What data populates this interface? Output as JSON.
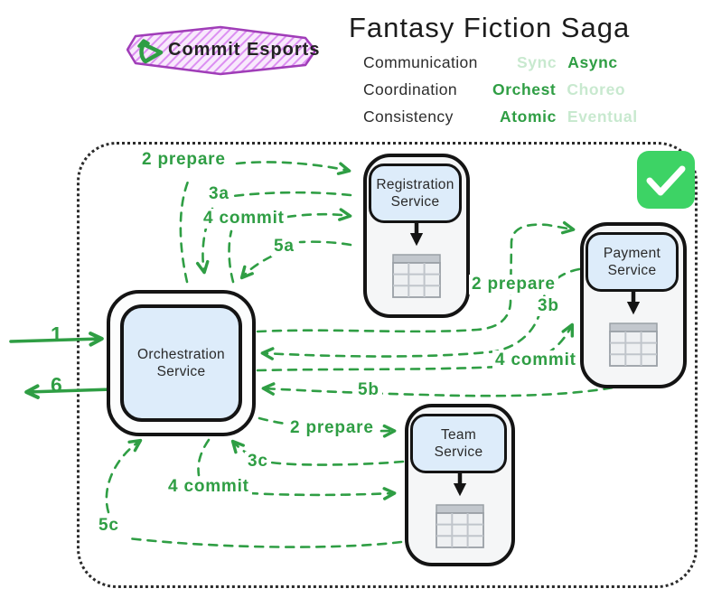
{
  "logo": {
    "text": "Commit Esports",
    "icon": "commit-arrow-icon"
  },
  "title": "Fantasy Fiction Saga",
  "legend": {
    "rows": [
      {
        "label": "Communication",
        "options": [
          {
            "text": "Sync",
            "active": false
          },
          {
            "text": "Async",
            "active": true
          }
        ]
      },
      {
        "label": "Coordination",
        "options": [
          {
            "text": "Orchest",
            "active": true
          },
          {
            "text": "Choreo",
            "active": false
          }
        ]
      },
      {
        "label": "Consistency",
        "options": [
          {
            "text": "Atomic",
            "active": true
          },
          {
            "text": "Eventual",
            "active": false
          }
        ]
      }
    ]
  },
  "services": {
    "orchestration": {
      "name": "Orchestration Service"
    },
    "registration": {
      "name": "Registration Service",
      "has_database": true
    },
    "payment": {
      "name": "Payment Service",
      "has_database": true
    },
    "team": {
      "name": "Team Service",
      "has_database": true
    }
  },
  "flows": {
    "entry": "1",
    "exit": "6",
    "registration": {
      "prepare": "2 prepare",
      "reply_a": "3a",
      "commit": "4 commit",
      "reply_b": "5a"
    },
    "payment": {
      "prepare": "2 prepare",
      "reply_a": "3b",
      "commit": "4 commit",
      "reply_b": "5b"
    },
    "team": {
      "prepare": "2 prepare",
      "reply_a": "3c",
      "commit": "4 commit",
      "reply_b": "5c"
    }
  },
  "status": {
    "icon": "check-icon"
  },
  "colors": {
    "accent_green": "#2f9e44",
    "muted_green": "#c8e9cf",
    "check_green": "#3dd365",
    "logo_purple": "#a03db8",
    "service_fill": "#ddecfa",
    "ink": "#141414"
  }
}
